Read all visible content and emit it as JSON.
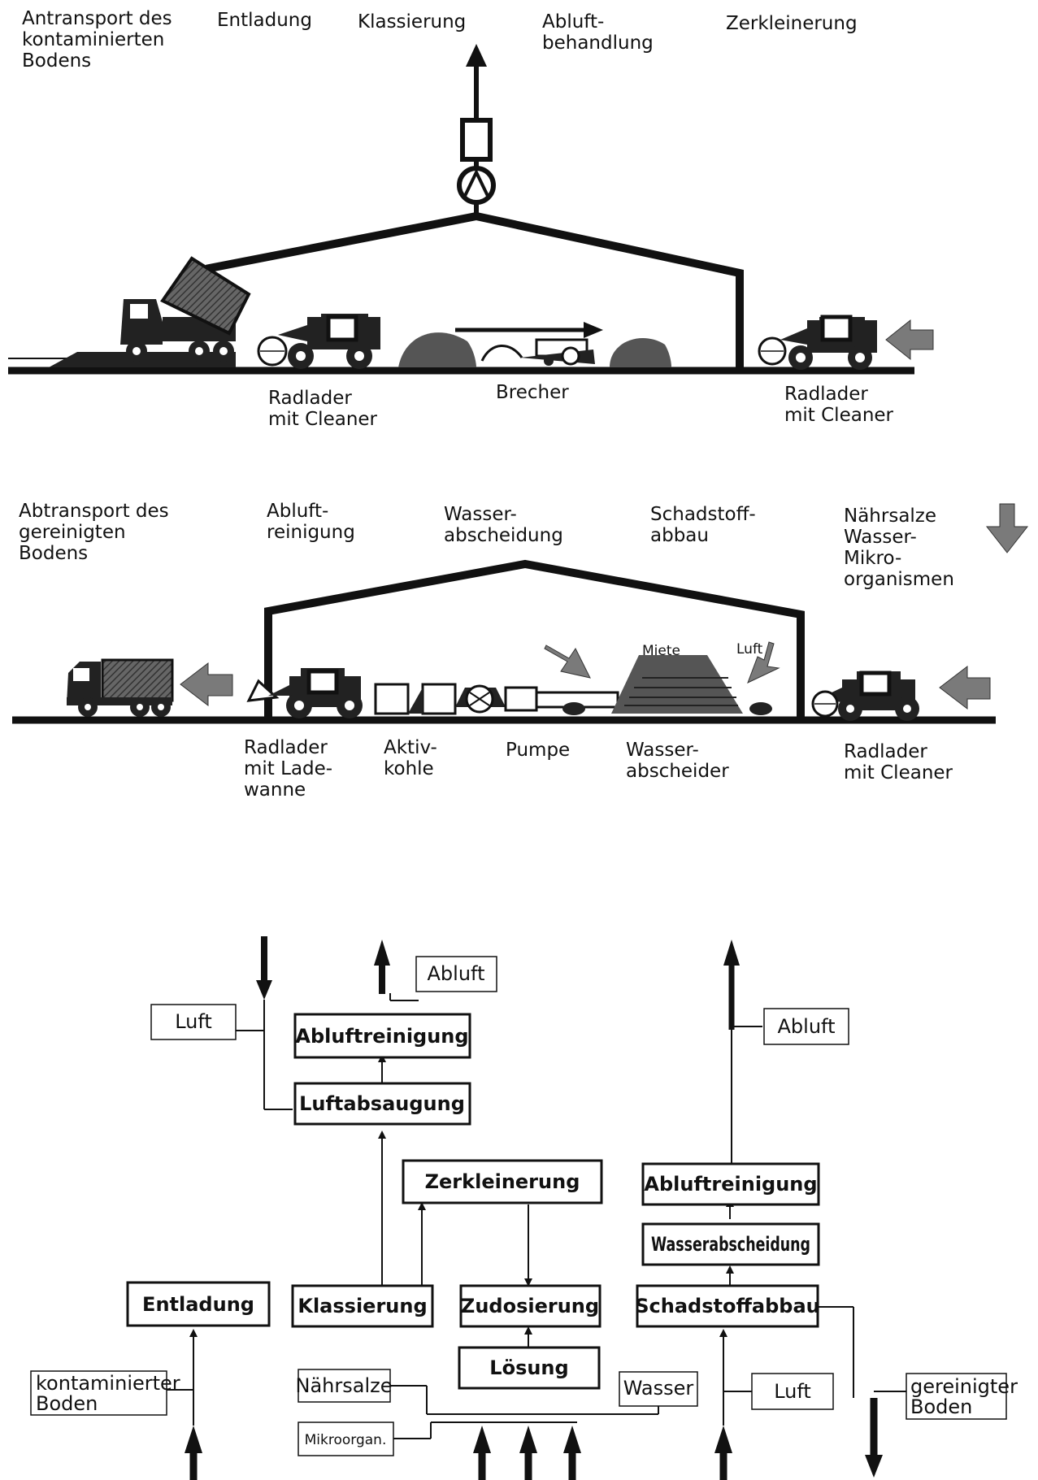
{
  "top_scene": {
    "labels": {
      "antransport": [
        "Antransport des",
        "kontaminierten",
        "Bodens"
      ],
      "entladung": "Entladung",
      "klassierung": "Klassierung",
      "abluftbehandlung": [
        "Abluft-",
        "behandlung"
      ],
      "zerkleinerung": "Zerkleinerung",
      "radlader_left": [
        "Radlader",
        "mit Cleaner"
      ],
      "brecher": "Brecher",
      "radlader_right": [
        "Radlader",
        "mit Cleaner"
      ]
    }
  },
  "middle_scene": {
    "labels": {
      "abtransport": [
        "Abtransport des",
        "gereinigten",
        "Bodens"
      ],
      "abluftreinigung": [
        "Abluft-",
        "reinigung"
      ],
      "wasserabscheidung": [
        "Wasser-",
        "abscheidung"
      ],
      "schadstoffabbau": [
        "Schadstoff-",
        "abbau"
      ],
      "naehrsalze": [
        "Nährsalze",
        "Wasser-",
        "Mikro-",
        "organismen"
      ],
      "miete": "Miete",
      "luft": "Luft",
      "radlader_ladewanne": [
        "Radlader",
        "mit Lade-",
        "wanne"
      ],
      "aktivkohle": [
        "Aktiv-",
        "kohle"
      ],
      "pumpe": "Pumpe",
      "wasserabscheider": [
        "Wasser-",
        "abscheider"
      ],
      "radlader_cleaner": [
        "Radlader",
        "mit Cleaner"
      ]
    }
  },
  "flowchart": {
    "process_boxes": {
      "abluftreinigung_left": "Abluftreinigung",
      "luftabsaugung": "Luftabsaugung",
      "zerkleinerung": "Zerkleinerung",
      "entladung": "Entladung",
      "klassierung": "Klassierung",
      "zudosierung": "Zudosierung",
      "loesung": "Lösung",
      "abluftreinigung_right": "Abluftreinigung",
      "wasserabscheidung": "Wasserabscheidung",
      "schadstoffabbau": "Schadstoffabbau"
    },
    "io_boxes": {
      "luft_left": "Luft",
      "abluft_left": "Abluft",
      "abluft_right": "Abluft",
      "kontaminierter_boden": [
        "kontaminierter",
        "Boden"
      ],
      "naehrsalze": "Nährsalze",
      "mikroorgan": "Mikroorgan.",
      "wasser": "Wasser",
      "luft_right": "Luft",
      "gereinigter_boden": [
        "gereinigter",
        "Boden"
      ]
    }
  }
}
